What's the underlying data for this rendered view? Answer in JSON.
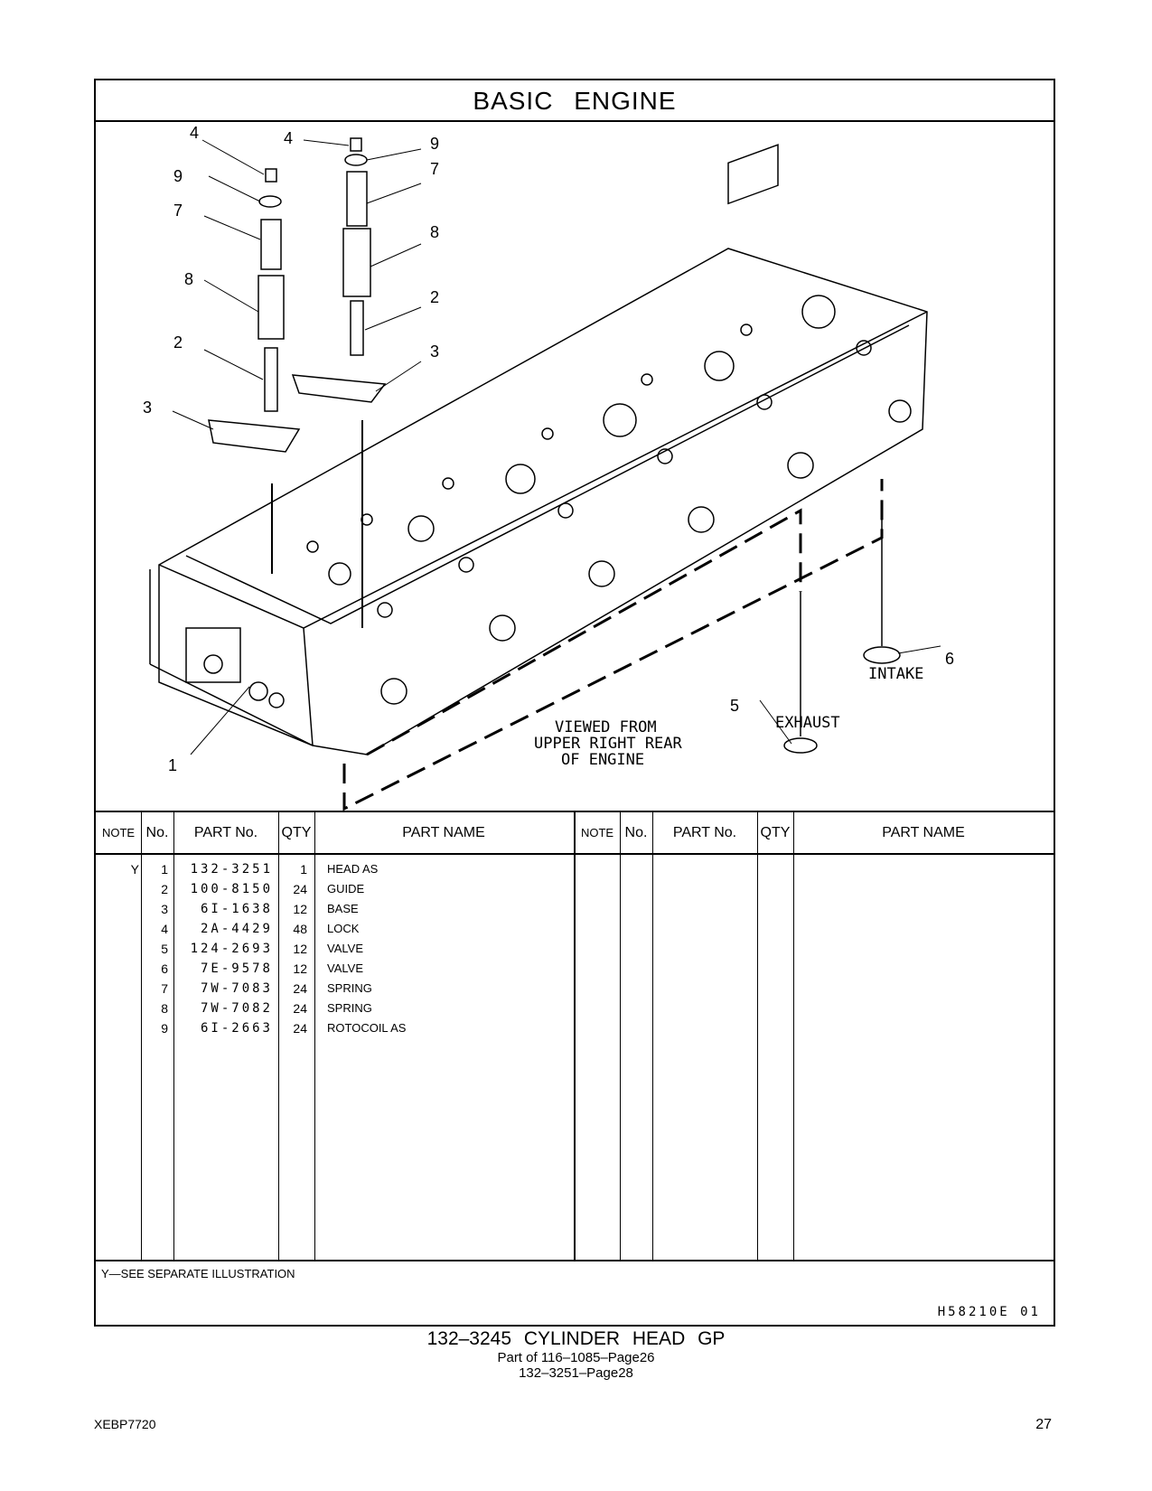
{
  "section_title": "BASIC  ENGINE",
  "illustration": {
    "callouts": [
      "1",
      "2",
      "3",
      "4",
      "5",
      "6",
      "7",
      "8",
      "9"
    ],
    "viewed_from": [
      "VIEWED FROM",
      "UPPER RIGHT REAR",
      "OF ENGINE"
    ],
    "intake_label": "INTAKE",
    "exhaust_label": "EXHAUST"
  },
  "table": {
    "headers": {
      "note": "NOTE",
      "no": "No.",
      "part_no": "PART No.",
      "qty": "QTY",
      "part_name": "PART NAME"
    },
    "rows": [
      {
        "note": "Y",
        "no": "1",
        "part_no": "132-3251",
        "qty": "1",
        "name": "HEAD AS"
      },
      {
        "note": "",
        "no": "2",
        "part_no": "100-8150",
        "qty": "24",
        "name": "GUIDE"
      },
      {
        "note": "",
        "no": "3",
        "part_no": "6I-1638",
        "qty": "12",
        "name": "BASE"
      },
      {
        "note": "",
        "no": "4",
        "part_no": "2A-4429",
        "qty": "48",
        "name": "LOCK"
      },
      {
        "note": "",
        "no": "5",
        "part_no": "124-2693",
        "qty": "12",
        "name": "VALVE"
      },
      {
        "note": "",
        "no": "6",
        "part_no": "7E-9578",
        "qty": "12",
        "name": "VALVE"
      },
      {
        "note": "",
        "no": "7",
        "part_no": "7W-7083",
        "qty": "24",
        "name": "SPRING"
      },
      {
        "note": "",
        "no": "8",
        "part_no": "7W-7082",
        "qty": "24",
        "name": "SPRING"
      },
      {
        "note": "",
        "no": "9",
        "part_no": "6I-2663",
        "qty": "24",
        "name": "ROTOCOIL AS"
      }
    ]
  },
  "footnote": "Y—SEE  SEPARATE  ILLUSTRATION",
  "illustration_code": "H58210E   01",
  "caption": {
    "title": "132–3245  CYLINDER  HEAD  GP",
    "line2": "Part of 116–1085–Page26",
    "line3": "132–3251–Page28"
  },
  "doc_id": "XEBP7720",
  "page_number": "27"
}
